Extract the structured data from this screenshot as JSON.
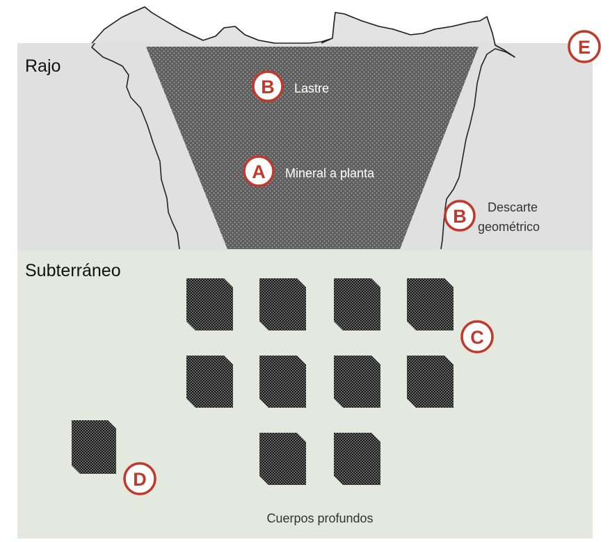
{
  "zones": {
    "open_pit": "Rajo",
    "underground": "Subterráneo"
  },
  "labels": {
    "waste": "Lastre",
    "ore_to_plant": "Mineral a planta",
    "geometric_discard_line1": "Descarte",
    "geometric_discard_line2": "geométrico",
    "deep_bodies": "Cuerpos profundos"
  },
  "markers": {
    "a": "A",
    "b_waste": "B",
    "b_discard": "B",
    "c": "C",
    "d": "D",
    "e": "E"
  },
  "colors": {
    "open_pit_zone": "#e0e0e0",
    "underground_zone": "#e4e9e0",
    "pit_cone": "#5e5e5e",
    "ore_block": "#1a1a1a",
    "marker_red": "#c0392b"
  },
  "grid": {
    "ore_blocks": 10,
    "rows": 3
  }
}
